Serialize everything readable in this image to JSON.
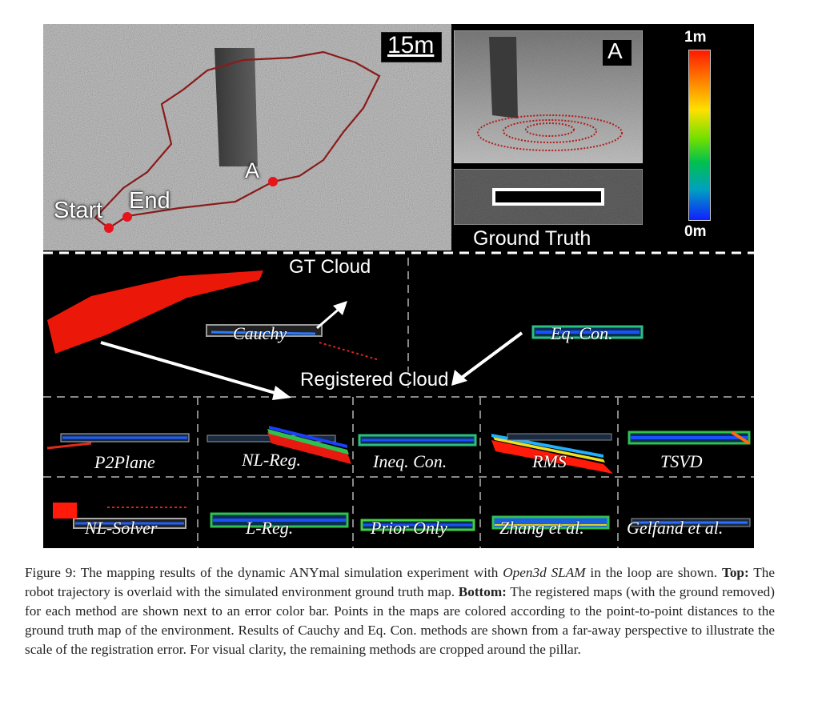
{
  "figure": {
    "top": {
      "scale_bar": "15m",
      "label_start": "Start",
      "label_end": "End",
      "label_a": "A",
      "inset_label": "A",
      "ground_truth": "Ground Truth",
      "colorbar_max": "1m",
      "colorbar_min": "0m"
    },
    "bottom": {
      "gt_cloud": "GT Cloud",
      "registered_cloud": "Registered Cloud",
      "cauchy": "Cauchy",
      "eq_con": "Eq. Con.",
      "methods_row1": [
        "P2Plane",
        "NL-Reg.",
        "Ineq. Con.",
        "RMS",
        "TSVD"
      ],
      "methods_row2": [
        "NL-Solver",
        "L-Reg.",
        "Prior Only",
        "Zhang et al.",
        "Gelfand et al."
      ]
    }
  },
  "caption": {
    "prefix": "Figure 9: The mapping results of the dynamic ANYmal simulation experiment with ",
    "italic": "Open3d SLAM",
    "after_italic": " in the loop are shown. ",
    "top_bold": "Top:",
    "top_text": " The robot trajectory is overlaid with the simulated environment ground truth map. ",
    "bottom_bold": "Bottom:",
    "bottom_text": " The registered maps (with the ground removed) for each method are shown next to an error color bar. Points in the maps are colored according to the point-to-point distances to the ground truth map of the environment. Results of Cauchy and Eq. Con. methods are shown from a far-away perspective to illustrate the scale of the registration error. For visual clarity, the remaining methods are cropped around the pillar."
  },
  "colors": {
    "trajectory": "#8b1a1a",
    "marker": "#e8141c",
    "colorbar_top": "#ff1a00",
    "colorbar_bottom": "#1020ff"
  }
}
